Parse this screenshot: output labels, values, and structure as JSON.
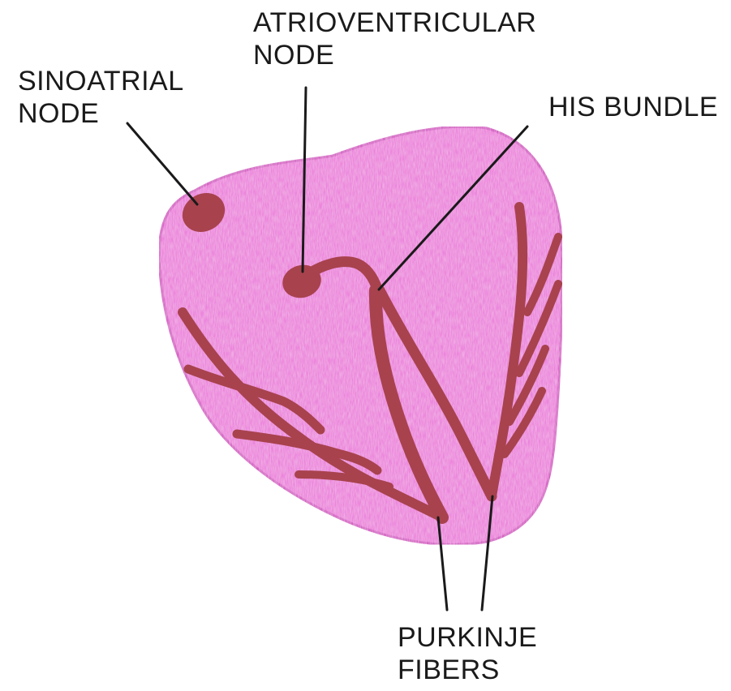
{
  "labels": {
    "sinoatrial": {
      "line1": "SINOATRIAL",
      "line2": "NODE"
    },
    "atrioventricular": {
      "line1": "ATRIOVENTRICULAR",
      "line2": "NODE"
    },
    "his_bundle": {
      "line1": "HIS BUNDLE"
    },
    "purkinje": {
      "line1": "PURKINJE",
      "line2": "FIBERS"
    }
  },
  "colors": {
    "heart_fill": "#ec84dc",
    "heart_edge": "#d560c4",
    "conduction": "#a8424d",
    "pointer": "#1a1a1a"
  }
}
